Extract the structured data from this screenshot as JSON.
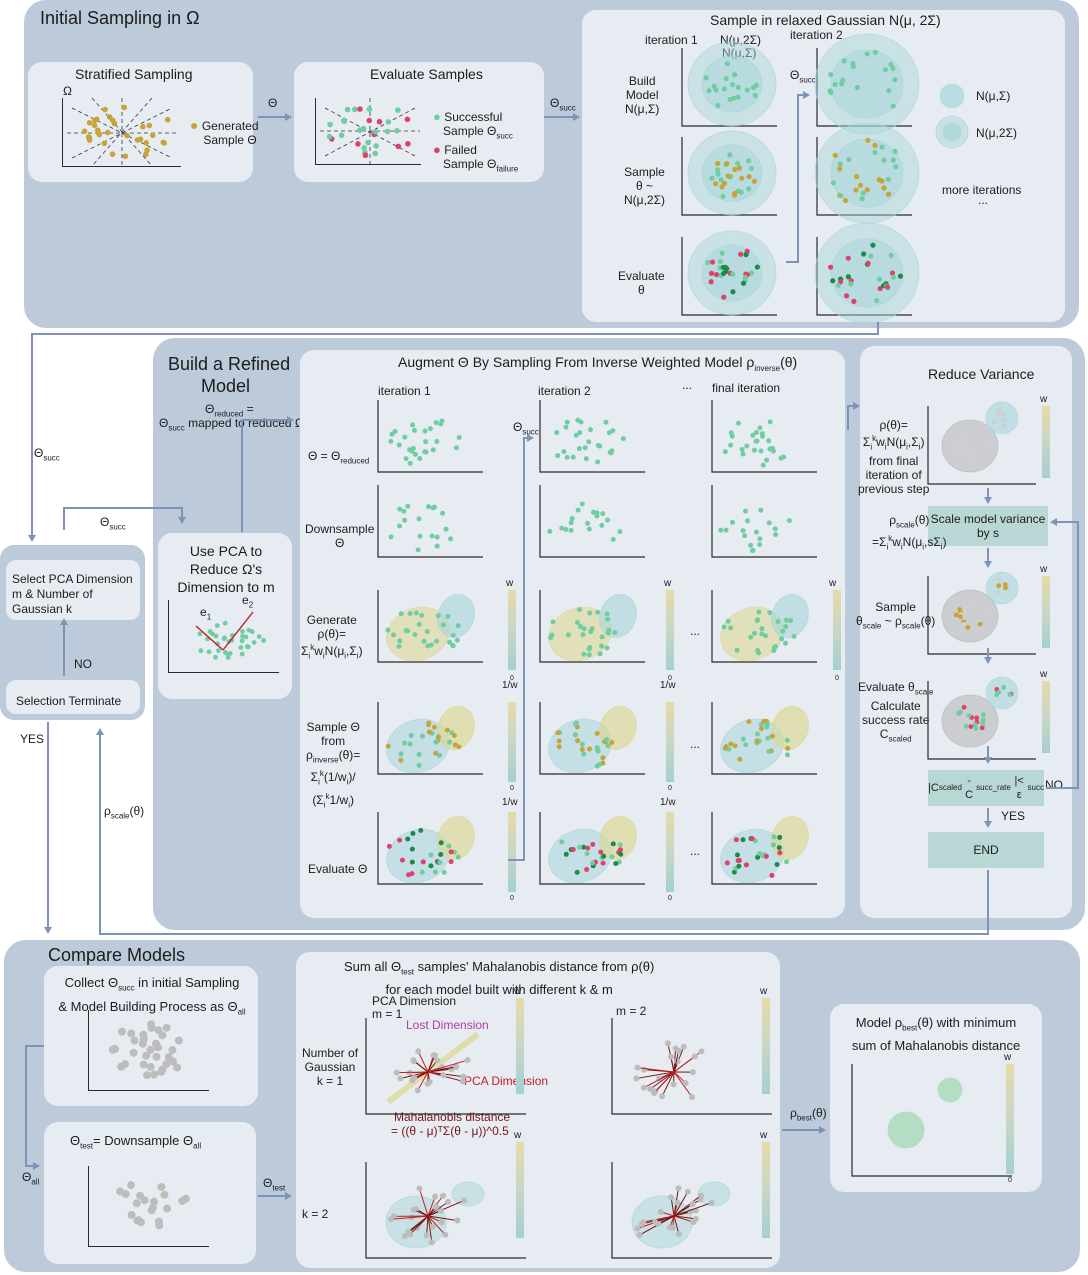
{
  "sections": {
    "initial": "Initial Sampling in Ω",
    "refine_line1": "Build a Refined",
    "refine_line2": "Model",
    "compare": "Compare Models"
  },
  "initial": {
    "stratified_title": "Stratified Sampling",
    "omega": "Ω",
    "generated_line1": "Generated",
    "generated_line2": "Sample Θ",
    "arrow_theta": "Θ",
    "evaluate_title": "Evaluate Samples",
    "successful": "Successful",
    "sample": "Sample",
    "failed": "Failed",
    "theta": "Θ",
    "succ": "succ",
    "failure": "failure",
    "relaxed_title": "Sample in relaxed Gaussian N(μ, 2Σ)",
    "iteration1": "iteration 1",
    "iteration2": "iteration 2",
    "n_mu_2sigma": "N(μ,2Σ)",
    "n_mu_sigma": "N(μ,Σ)",
    "build_model": [
      "Build",
      "Model",
      "N(μ,Σ)"
    ],
    "sample_theta": [
      "Sample",
      "θ ~",
      "N(μ,2Σ)"
    ],
    "evaluate_theta": [
      "Evaluate",
      "θ"
    ],
    "legend_n_sigma": "N(μ,Σ)",
    "legend_n_2sigma": "N(μ,2Σ)",
    "more_iterations": "more iterations",
    "ellipsis": "..."
  },
  "selection": {
    "box1": "Select PCA Dimension m & Number of Gaussian k",
    "no": "NO",
    "box2": "Selection Terminate",
    "yes": "YES",
    "rho_scale": "ρ",
    "scale_sub": "scale",
    "theta_arg": "(θ)"
  },
  "refine": {
    "theta_reduced_line": "reduced",
    "mapped": "mapped to reduced Ω",
    "pca_title": "Use PCA to Reduce Ω's Dimension to m",
    "e1": "e",
    "e2": "e",
    "augment_title": "Augment Θ By Sampling From Inverse Weighted Model ρ",
    "inverse": "inverse",
    "iter1": "iteration 1",
    "iter2": "iteration 2",
    "dots": "...",
    "final_iter": "final iteration",
    "row_theta_eq": "Θ = Θ",
    "row_downsample": [
      "Downsample",
      "Θ"
    ],
    "row_generate": [
      "Generate",
      "ρ(θ)=",
      "Σ"
    ],
    "row_sample": [
      "Sample Θ",
      "from",
      "ρ",
      "Σ",
      "(Σ"
    ],
    "row_evaluate": "Evaluate Θ",
    "wi": "w",
    "inv_wi": "1/w",
    "i": "i",
    "zero": "0",
    "one": "1"
  },
  "reduce": {
    "title": "Reduce Variance",
    "rho_lines": [
      "ρ(θ)=",
      "Σ",
      "from final",
      "iteration of",
      "previous step"
    ],
    "scale_box": "Scale model variance by s",
    "sample_lines": [
      "Sample"
    ],
    "evaluate_lines": [
      "Evaluate θ",
      "Calculate",
      "success rate",
      "C"
    ],
    "scaled": "scaled",
    "condition_no": "NO",
    "condition_yes": "YES",
    "end": "END"
  },
  "compare": {
    "collect_line1": "Collect Θ",
    "collect_line1b": " in initial Sampling",
    "collect_line2": "& Model Building Process as Θ",
    "all": "all",
    "test_title": "= Downsample Θ",
    "test": "test",
    "sum_line1": "Sum all Θ",
    "sum_line1b": " samples' Mahalanobis distance from ρ(θ)",
    "sum_line2": "for each model built with different k & m",
    "pca_dim": "PCA Dimension",
    "m1": "m = 1",
    "m2": "m = 2",
    "lost_dim": "Lost Dimension",
    "pca_dim_red": "PCA Dimension",
    "num_gauss": [
      "Number of",
      "Gaussian",
      "k = 1"
    ],
    "k2": "k = 2",
    "maha": "Mahalanobis distance",
    "maha_formula": "= ((θ - μ)ᵀΣ(θ - μ))^0.5",
    "best_line1": "Model ρ",
    "best_line1b": "(θ) with minimum",
    "best_line2": "sum of Mahalanobis distance",
    "best": "best",
    "rho_best": "ρ"
  },
  "colors": {
    "section_bg": "#bccad9",
    "panel_bg": "#e7ecf3",
    "gold": "#c8a437",
    "teal": "#6fcda0",
    "red": "#e0406a",
    "dark_green": "#1e8a4a",
    "arrow": "#7d93b8",
    "gauss_blue": "#a7d6d8",
    "gauss_yellow": "#dcd78a",
    "grey": "#b5b5b5"
  }
}
